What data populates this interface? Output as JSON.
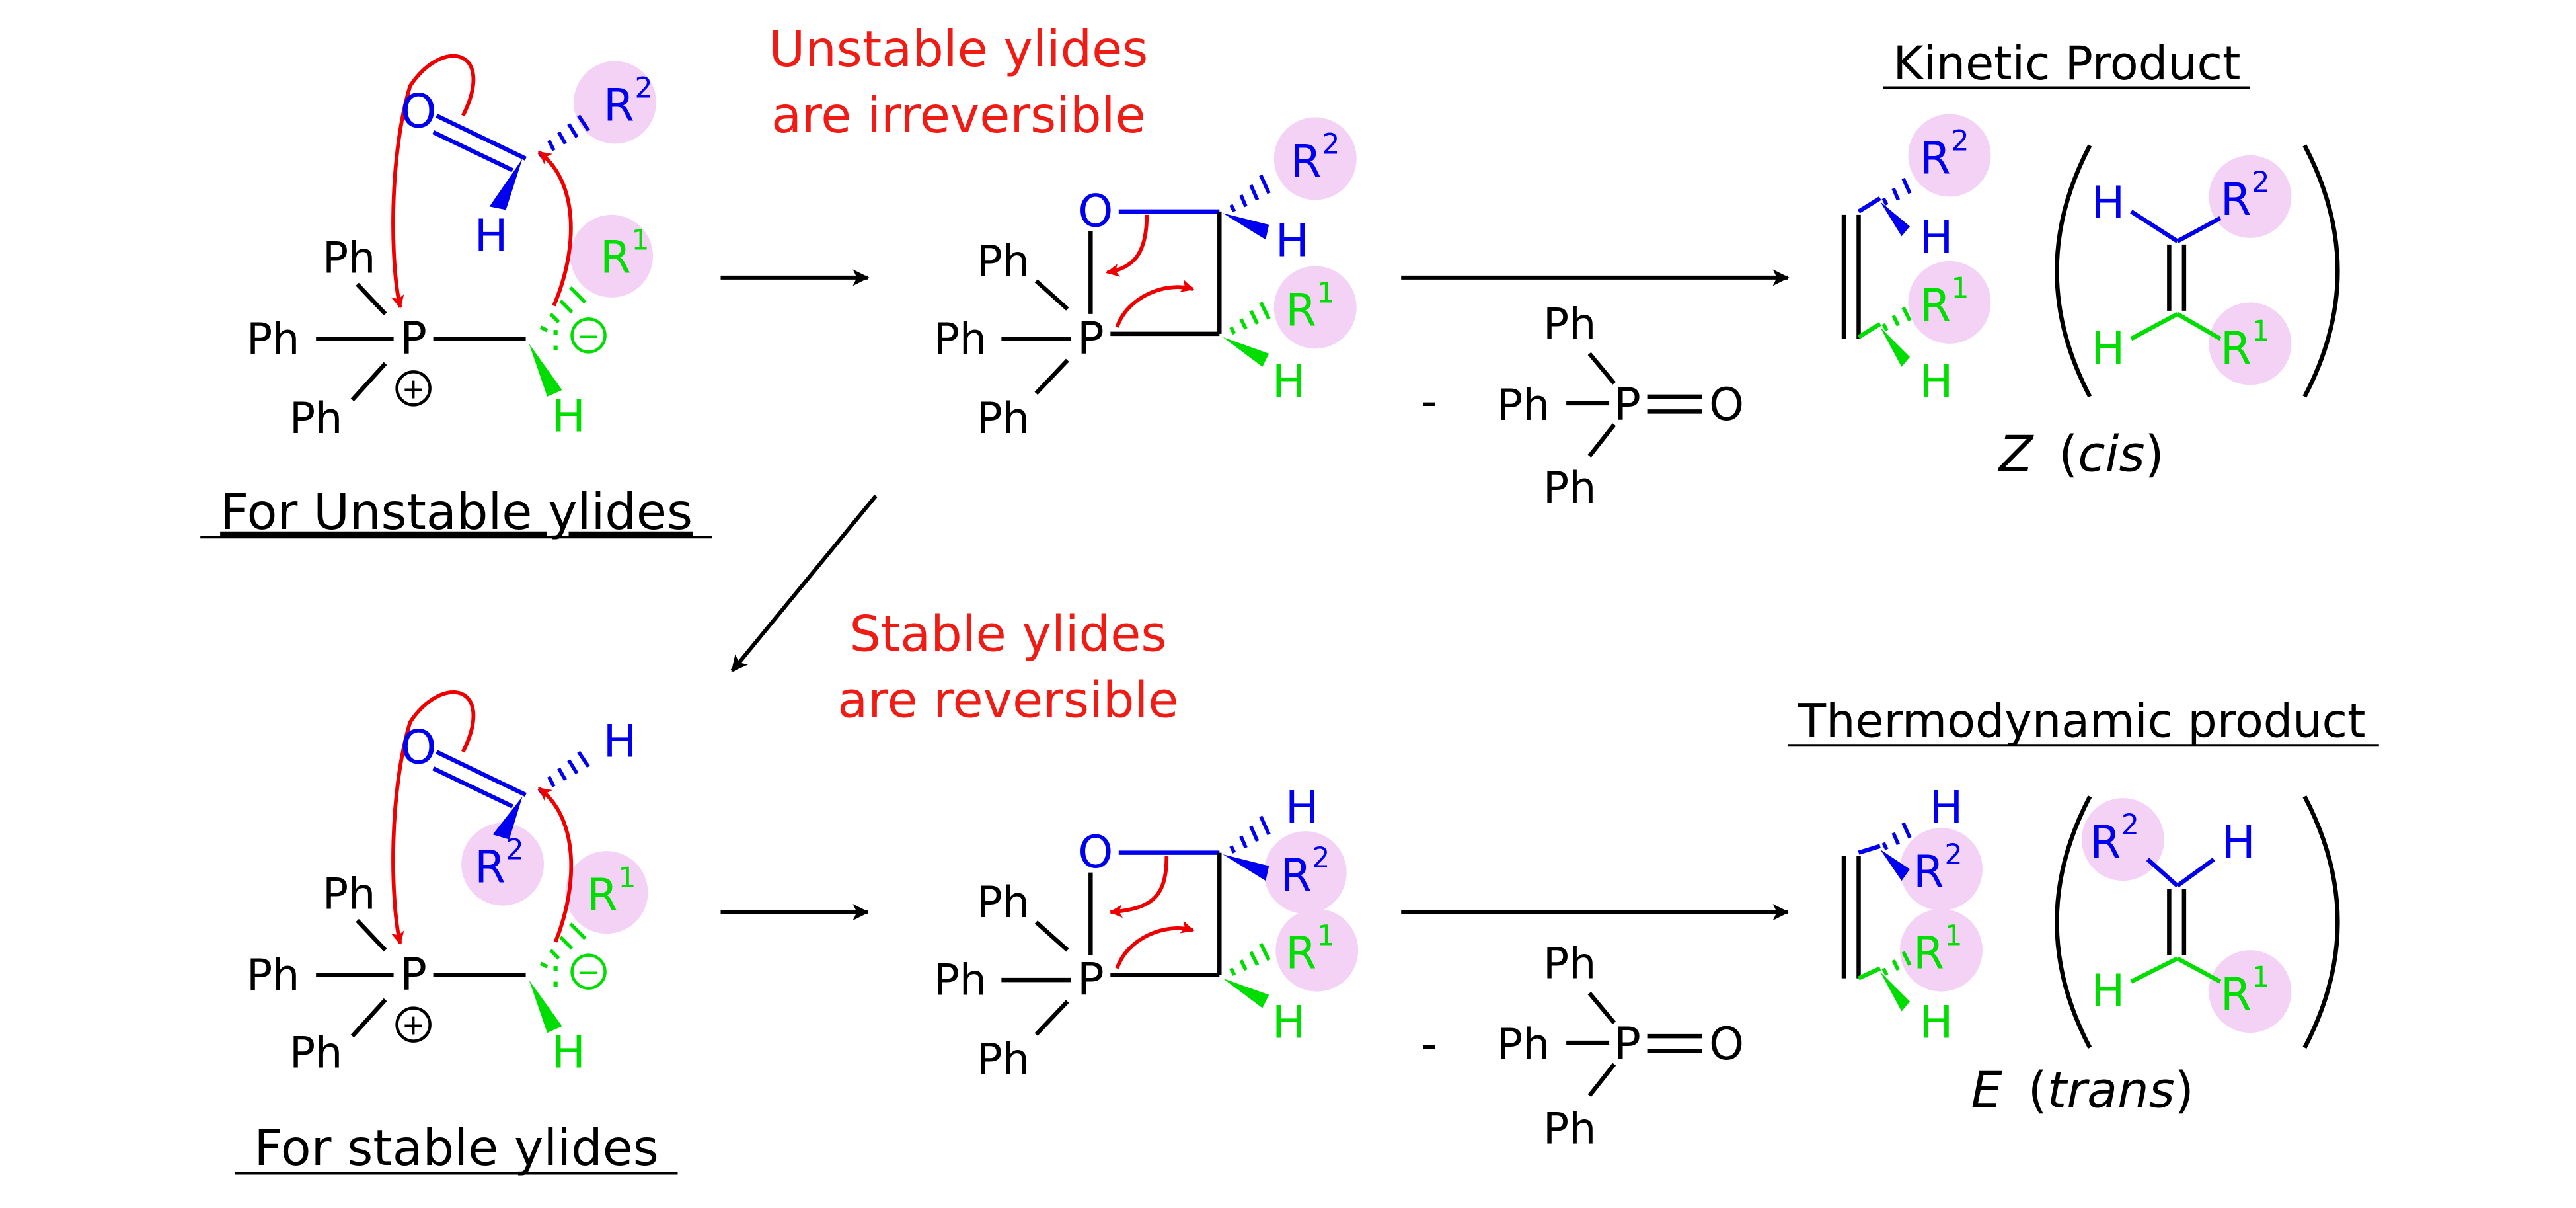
{
  "colors": {
    "black": "#000000",
    "red": "#ee0000",
    "blue": "#0000ee",
    "green": "#00dd00",
    "highlight": "#f3d2f6",
    "title_red": "#ee1c14"
  },
  "titles": {
    "unstable_l1": "Unstable ylides",
    "unstable_l2": "are irreversible",
    "stable_l1": "Stable ylides",
    "stable_l2": "are reversible",
    "kinetic": "Kinetic Product",
    "thermo": "Thermodynamic product",
    "for_unstable": "For Unstable ylides",
    "for_stable": "For stable ylides"
  },
  "atoms": {
    "O": "O",
    "P": "P",
    "H": "H",
    "Ph": "Ph",
    "R": "R",
    "sup1": "1",
    "sup2": "2",
    "plus": "+",
    "minus": "−",
    "dash": "-",
    "colon": ":"
  },
  "products": {
    "z_letter": "Z",
    "z_open": "(",
    "z_word": "cis",
    "z_close": ")",
    "e_letter": "E",
    "e_open": "(",
    "e_word": "trans",
    "e_close": ")"
  }
}
